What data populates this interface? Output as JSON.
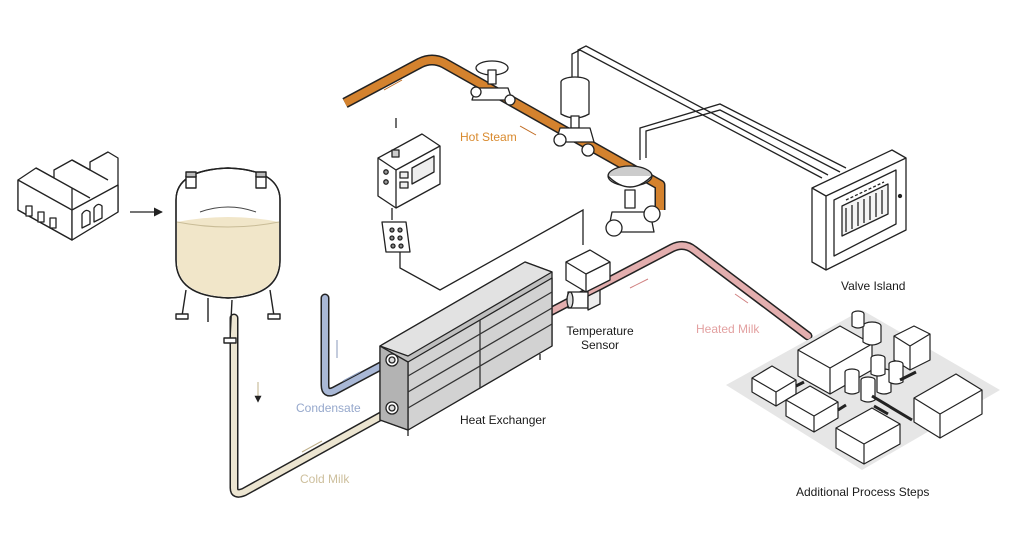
{
  "labels": {
    "hot_steam": "Hot Steam",
    "valve_island": "Valve Island",
    "temperature_sensor_line1": "Temperature",
    "temperature_sensor_line2": "Sensor",
    "heated_milk": "Heated Milk",
    "condensate": "Condensate",
    "heat_exchanger": "Heat Exchanger",
    "cold_milk": "Cold Milk",
    "additional_process_steps": "Additional Process Steps"
  },
  "colors": {
    "steam_pipe": "#d4822e",
    "steam_text": "#d98a2e",
    "heated_milk_pipe": "#e0a8a8",
    "heated_milk_text": "#e3a1a1",
    "condensate_pipe": "#a7b6d4",
    "condensate_text": "#96a8cc",
    "cold_milk_pipe": "#e9e1cc",
    "cold_milk_text": "#cdbf9c",
    "milk_fill": "#f1e6c9",
    "equipment_fill": "#cfcfcf",
    "outline": "#222222"
  },
  "icons": [
    "factory-icon",
    "milk-tank",
    "heat-exchanger",
    "temperature-sensor",
    "steam-valve",
    "control-valve",
    "controller-box",
    "valve-island-cabinet",
    "process-plant"
  ]
}
